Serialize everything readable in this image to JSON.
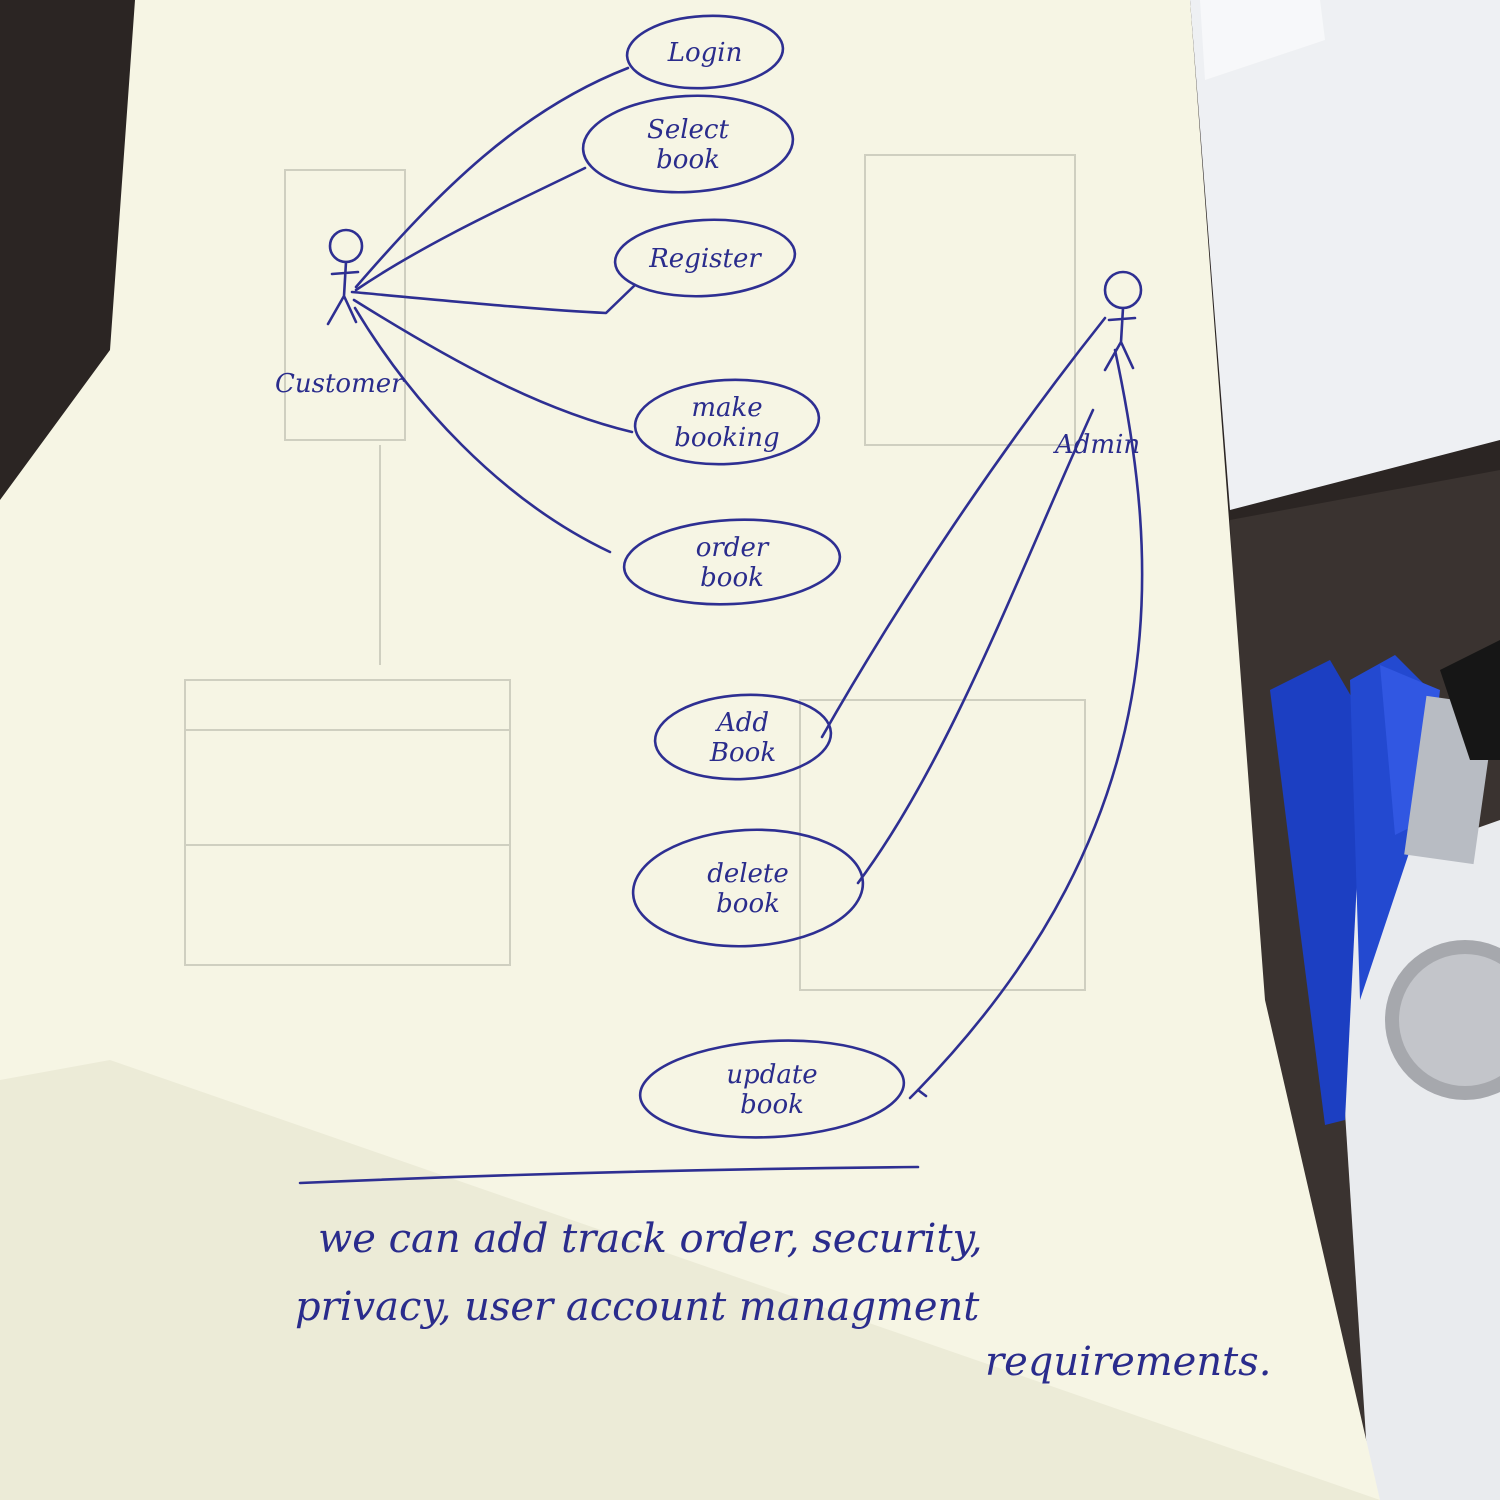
{
  "diagram": {
    "actors": [
      {
        "id": "customer",
        "label": "Customer"
      },
      {
        "id": "admin",
        "label": "Admin"
      }
    ],
    "use_cases": [
      {
        "id": "login",
        "lines": [
          "Login"
        ]
      },
      {
        "id": "select-book",
        "lines": [
          "Select",
          "book"
        ]
      },
      {
        "id": "register",
        "lines": [
          "Register"
        ]
      },
      {
        "id": "make-booking",
        "lines": [
          "make",
          "booking"
        ]
      },
      {
        "id": "order-book",
        "lines": [
          "order",
          "book"
        ]
      },
      {
        "id": "add-book",
        "lines": [
          "Add",
          "Book"
        ]
      },
      {
        "id": "delete-book",
        "lines": [
          "delete",
          "book"
        ]
      },
      {
        "id": "update-book",
        "lines": [
          "update",
          "book"
        ]
      }
    ],
    "associations": [
      {
        "from": "customer",
        "to": "login"
      },
      {
        "from": "customer",
        "to": "select-book"
      },
      {
        "from": "customer",
        "to": "register"
      },
      {
        "from": "customer",
        "to": "make-booking"
      },
      {
        "from": "customer",
        "to": "order-book"
      },
      {
        "from": "admin",
        "to": "add-book"
      },
      {
        "from": "admin",
        "to": "delete-book"
      },
      {
        "from": "admin",
        "to": "update-book"
      }
    ]
  },
  "note": {
    "lines": [
      "we   can   add   track order, security,",
      "privacy, user account managment",
      "requirements."
    ]
  },
  "colors": {
    "ink": "#2e2f92",
    "paper": "#f7f6e6",
    "desk": "#2a2422",
    "pen_blue": "#1c3fc2",
    "sheet_white": "#f1f2f4"
  },
  "background_objects": [
    "paper-sheet",
    "white-document",
    "blue-pens",
    "silver-coin"
  ]
}
